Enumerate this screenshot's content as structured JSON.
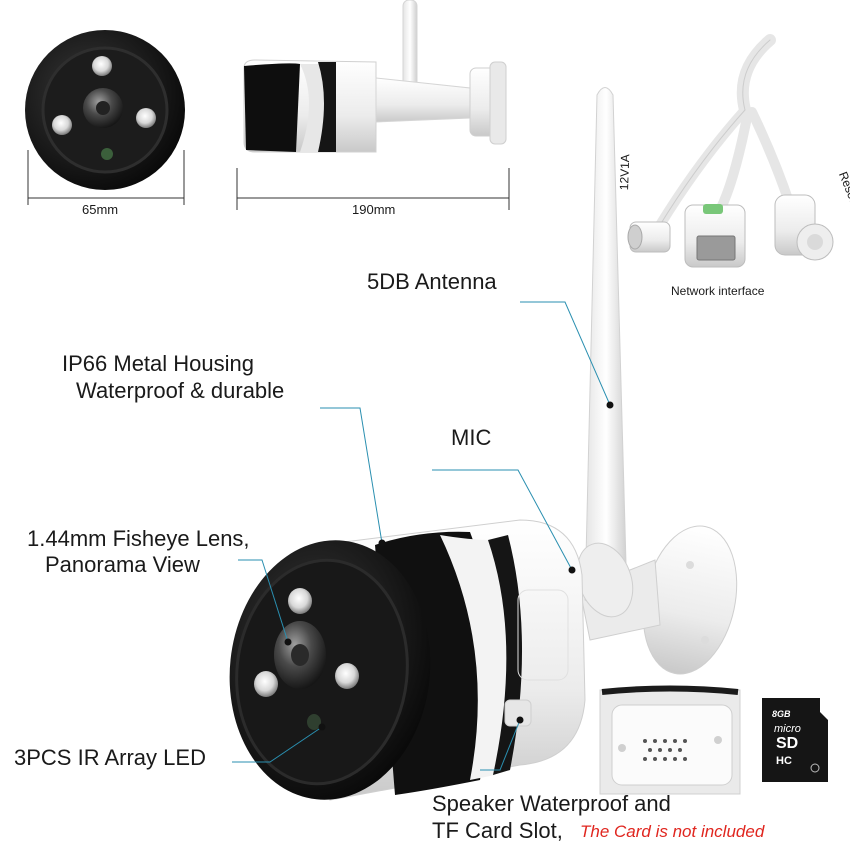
{
  "dimensions": {
    "front_width": "65mm",
    "side_length": "190mm"
  },
  "cable": {
    "power_label": "12V1A",
    "reset_label": "Reset button",
    "network_label": "Network interface"
  },
  "callouts": {
    "antenna": "5DB Antenna",
    "housing_line1": "IP66 Metal Housing",
    "housing_line2": "Waterproof & durable",
    "mic": "MIC",
    "lens_line1": "1.44mm Fisheye Lens,",
    "lens_line2": "Panorama View",
    "led": "3PCS IR Array LED",
    "speaker_line1": "Speaker  Waterproof and",
    "speaker_line2": "TF Card Slot,",
    "card_note": "The Card is not included"
  },
  "tf_card": {
    "capacity": "8GB",
    "brand": "micro",
    "type": "SD",
    "class_mark": "HC"
  },
  "colors": {
    "callout_line": "#2a8fb0",
    "note_red": "#e0261f",
    "camera_black": "#111111",
    "camera_white": "#f2f2f2"
  }
}
